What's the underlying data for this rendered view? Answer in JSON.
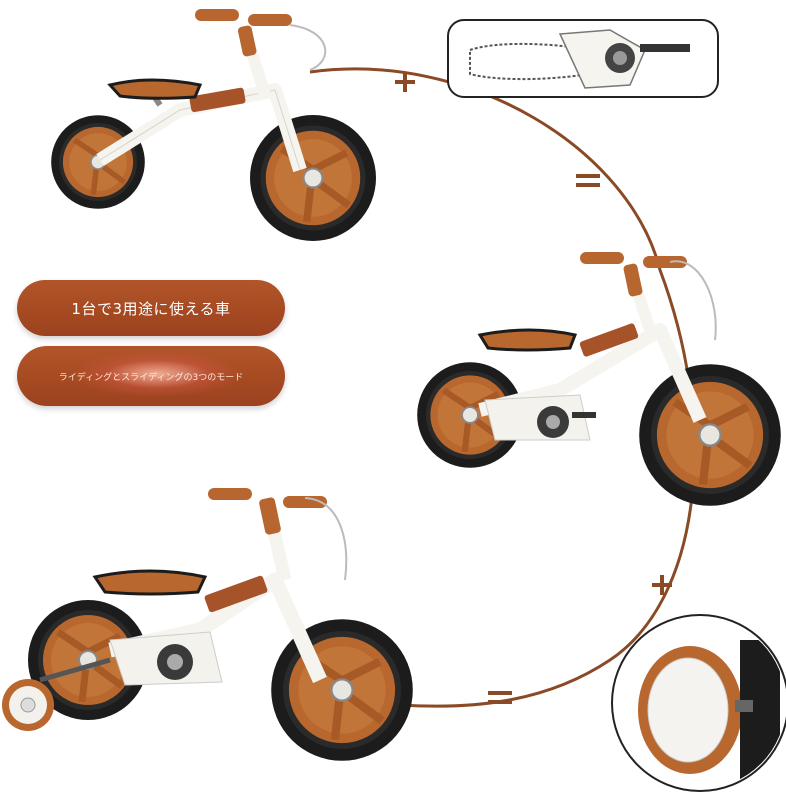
{
  "headline": "1台で3用途に使える車",
  "subline": "ライディングとスライディングの3つのモード",
  "colors": {
    "brand_orange": "#a84a22",
    "tire_black": "#1c1c1c",
    "rim_brown": "#b8682f",
    "frame_white": "#f6f4ef",
    "arc_brown": "#8a4a26"
  },
  "icons": [
    "plus-sign",
    "equals-sign",
    "chain-guard",
    "training-wheel"
  ]
}
